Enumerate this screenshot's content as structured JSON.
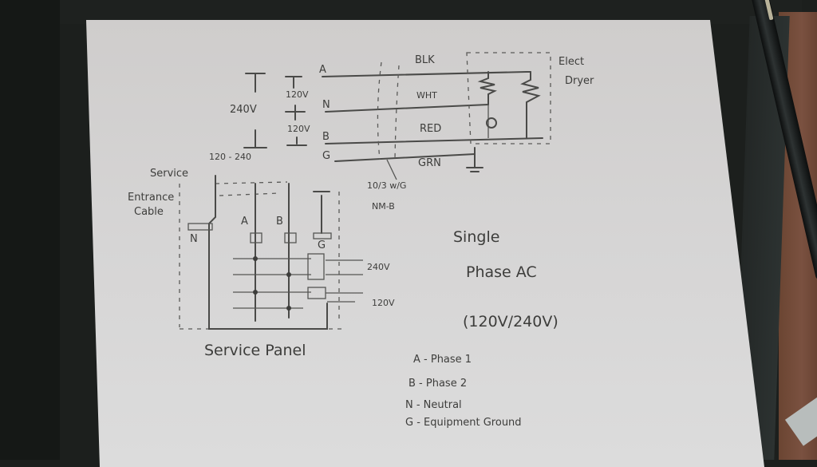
{
  "title": {
    "line1": "Single",
    "line2": "Phase AC",
    "voltage": "(120V/240V)"
  },
  "legend": [
    {
      "key": "A",
      "text": "A - Phase 1"
    },
    {
      "key": "B",
      "text": "B - Phase 2"
    },
    {
      "key": "N",
      "text": "N - Neutral"
    },
    {
      "key": "G",
      "text": "G - Equipment Ground"
    }
  ],
  "supply": {
    "total_voltage": "240V",
    "upper_leg_voltage": "120V",
    "lower_leg_voltage": "120V",
    "span_label": "120 - 240"
  },
  "conductors": [
    {
      "terminal": "A",
      "color_label": "BLK"
    },
    {
      "terminal": "N",
      "color_label": "WHT"
    },
    {
      "terminal": "B",
      "color_label": "RED"
    },
    {
      "terminal": "G",
      "color_label": "GRN"
    }
  ],
  "cable": {
    "spec_line1": "10/3 w/G",
    "spec_line2": "NM-B"
  },
  "load": {
    "label_line1": "Elect",
    "label_line2": "Dryer"
  },
  "panel": {
    "service_cable_line1": "Service",
    "service_cable_line2": "Entrance",
    "service_cable_line3": "Cable",
    "bus_labels": [
      "N",
      "A",
      "B",
      "G"
    ],
    "breaker_240_label": "240V",
    "breaker_120_label": "120V",
    "caption": "Service Panel"
  }
}
